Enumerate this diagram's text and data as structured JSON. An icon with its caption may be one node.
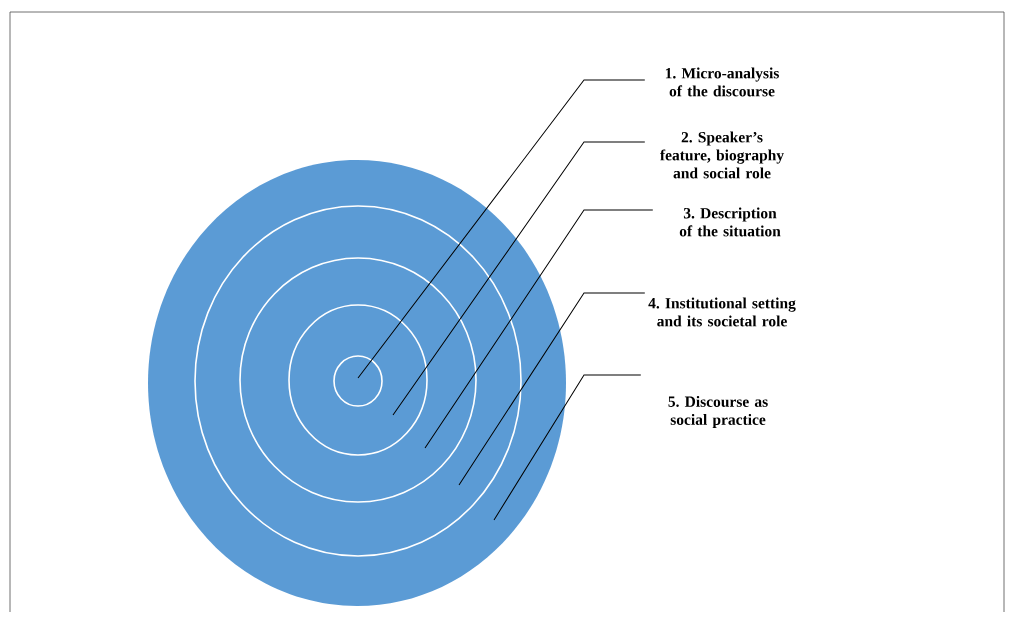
{
  "diagram": {
    "nodes": [
      {
        "text": [
          "1. Micro-analysis of the discourse"
        ]
      },
      {
        "text": [
          "2. Speaker’s feature, biography and social role"
        ]
      },
      {
        "text": [
          "3. Description of the situation"
        ]
      },
      {
        "text": [
          "4. Institutional setting and its societal role"
        ]
      },
      {
        "text": [
          "5. Discourse as social practice"
        ]
      },
      {
        "text": [],
        "shape": "circle"
      },
      {
        "text": [],
        "shape": "circle",
        "in": 5
      },
      {
        "text": [],
        "shape": "circle",
        "in": 6
      },
      {
        "text": [],
        "shape": "circle",
        "in": 7
      },
      {
        "text": [],
        "shape": "circle",
        "in": 8
      }
    ],
    "edges": [
      {
        "from": 0,
        "to": 9,
        "arrow": "none"
      },
      {
        "from": 1,
        "to": 8,
        "arrow": "none"
      },
      {
        "from": 2,
        "to": 7,
        "arrow": "none"
      },
      {
        "from": 3,
        "to": 6,
        "arrow": "none"
      },
      {
        "from": 4,
        "to": 5,
        "arrow": "none"
      }
    ]
  }
}
